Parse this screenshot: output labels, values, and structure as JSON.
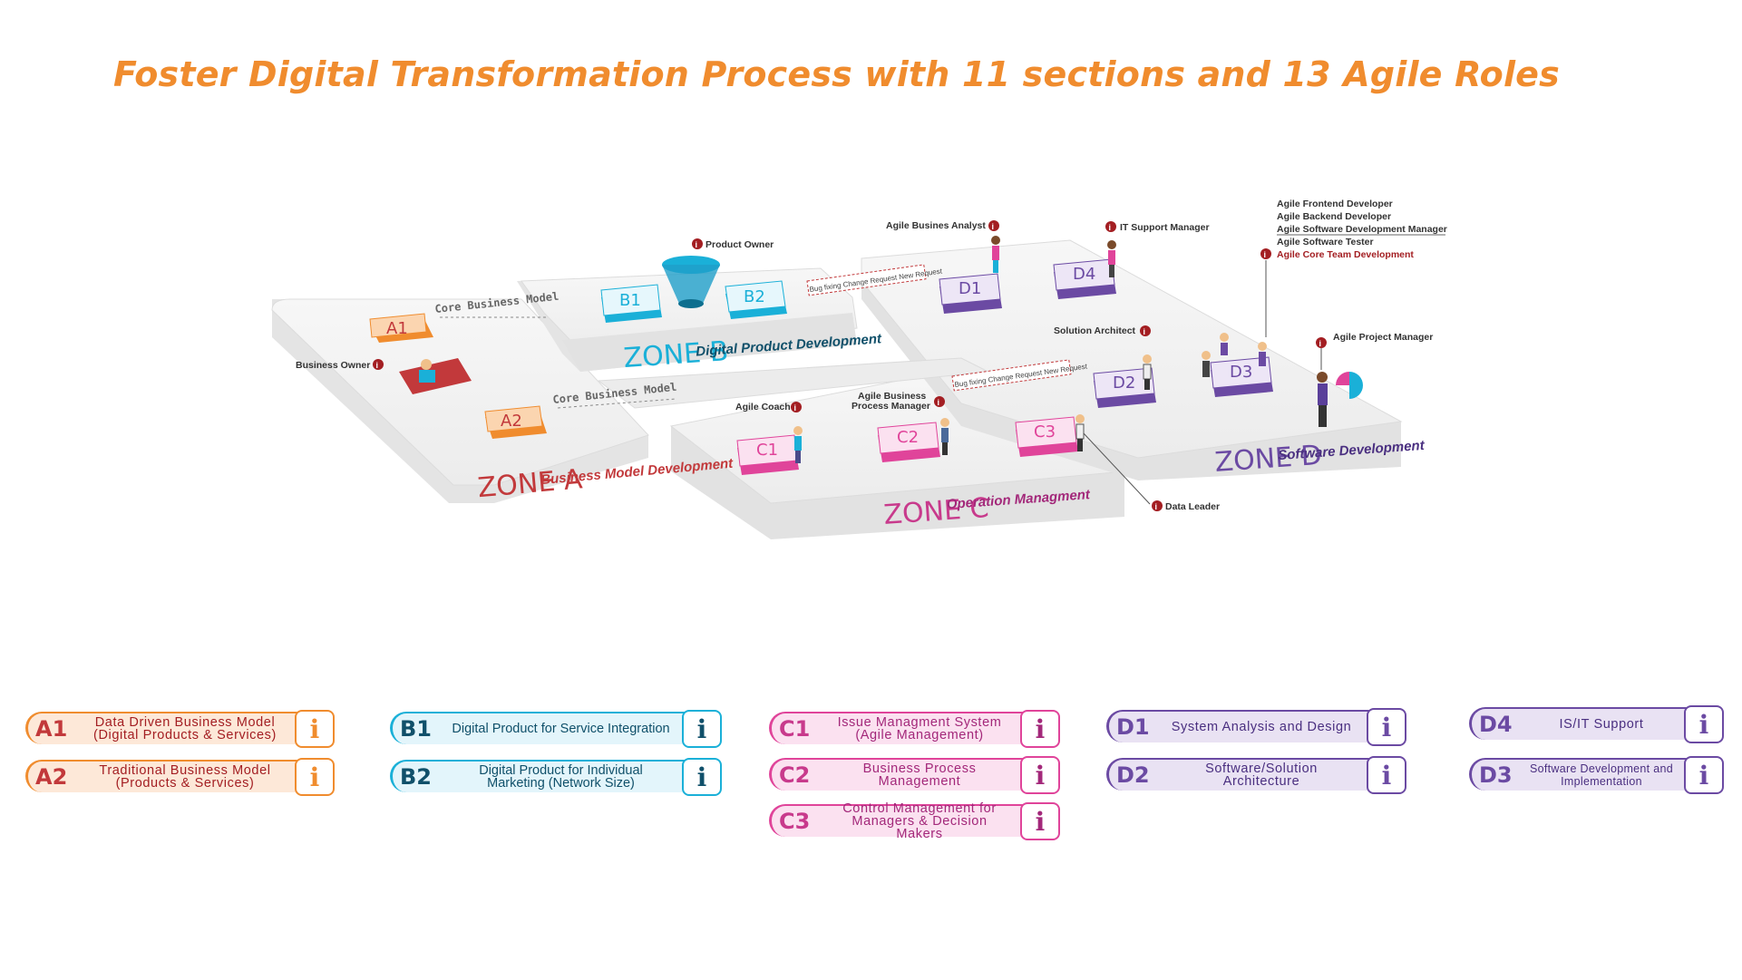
{
  "title": "Foster Digital Transformation Process with 11 sections  and 13 Agile Roles",
  "colors": {
    "zoneA": "#f08c2e",
    "zoneB": "#1ab0d8",
    "zoneC": "#e0449a",
    "zoneD": "#6b4aa3",
    "title": "#f08c2e",
    "roleRed": "#a31e22"
  },
  "zones": {
    "a": {
      "name": "ZONE A",
      "sub": "Business Model Development"
    },
    "b": {
      "name": "ZONE B",
      "sub": "Digital Product Development"
    },
    "c": {
      "name": "ZONE C",
      "sub": "Operation Managment"
    },
    "d": {
      "name": "ZONE D",
      "sub": "Software Development"
    }
  },
  "tiles": {
    "a1": "A1",
    "a2": "A2",
    "b1": "B1",
    "b2": "B2",
    "c1": "C1",
    "c2": "C2",
    "c3": "C3",
    "d1": "D1",
    "d2": "D2",
    "d3": "D3",
    "d4": "D4"
  },
  "paths": {
    "core1": "Core Business Model",
    "core2": "Core Business Model",
    "bug1": "Bug fixing Change Request New Request",
    "bug2": "Bug fixing Change Request New Request"
  },
  "roles": {
    "business_owner": "Business Owner",
    "product_owner": "Product Owner",
    "agile_business_analyst": "Agile Busines Analyst",
    "it_support_manager": "IT Support Manager",
    "solution_architect": "Solution Architect",
    "agile_coach": "Agile Coach",
    "agile_business_process_manager_1": "Agile Business",
    "agile_business_process_manager_2": "Process Manager",
    "data_leader": "Data Leader",
    "agile_project_manager": "Agile Project Manager",
    "team": [
      "Agile Frontend Developer",
      "Agile Backend Developer",
      "Agile Software Development Manager",
      "Agile Software Tester"
    ],
    "core_team": "Agile Core Team Development"
  },
  "legend": {
    "info_glyph": "i",
    "a": [
      {
        "code": "A1",
        "text": "Data Driven Business Model (Digital Products & Services)"
      },
      {
        "code": "A2",
        "text": "Traditional Business Model (Products & Services)"
      }
    ],
    "b": [
      {
        "code": "B1",
        "text": "Digital Product for Service Integration"
      },
      {
        "code": "B2",
        "text": "Digital Product for Individual Marketing (Network Size)"
      }
    ],
    "c": [
      {
        "code": "C1",
        "text": "Issue Managment System (Agile Management)"
      },
      {
        "code": "C2",
        "text": "Business Process Management"
      },
      {
        "code": "C3",
        "text": "Control Management for Managers & Decision Makers"
      }
    ],
    "d": [
      {
        "code": "D1",
        "text": "System Analysis and Design"
      },
      {
        "code": "D2",
        "text": "Software/Solution Architecture"
      }
    ],
    "e": [
      {
        "code": "D4",
        "text": "IS/IT Support"
      },
      {
        "code": "D3",
        "text": "Software Development and Implementation"
      }
    ]
  }
}
